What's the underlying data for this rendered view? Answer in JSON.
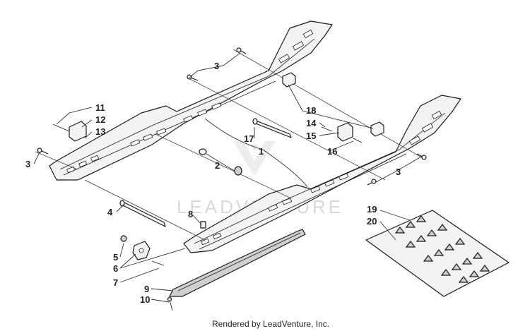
{
  "callouts": [
    {
      "id": "1",
      "text": "1"
    },
    {
      "id": "2",
      "text": "2"
    },
    {
      "id": "3a",
      "text": "3"
    },
    {
      "id": "3b",
      "text": "3"
    },
    {
      "id": "3c",
      "text": "3"
    },
    {
      "id": "4",
      "text": "4"
    },
    {
      "id": "5",
      "text": "5"
    },
    {
      "id": "6",
      "text": "6"
    },
    {
      "id": "7",
      "text": "7"
    },
    {
      "id": "8",
      "text": "8"
    },
    {
      "id": "9",
      "text": "9"
    },
    {
      "id": "10",
      "text": "10"
    },
    {
      "id": "11",
      "text": "11"
    },
    {
      "id": "12",
      "text": "12"
    },
    {
      "id": "13",
      "text": "13"
    },
    {
      "id": "14",
      "text": "14"
    },
    {
      "id": "15",
      "text": "15"
    },
    {
      "id": "16",
      "text": "16"
    },
    {
      "id": "17",
      "text": "17"
    },
    {
      "id": "18",
      "text": "18"
    },
    {
      "id": "19",
      "text": "19"
    },
    {
      "id": "20",
      "text": "20"
    }
  ],
  "watermark": "LEADVENTURE",
  "footer": "Rendered by LeadVenture, Inc."
}
